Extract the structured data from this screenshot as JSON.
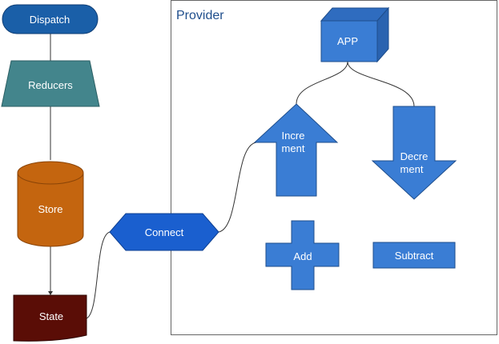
{
  "provider": {
    "label": "Provider"
  },
  "nodes": {
    "dispatch": {
      "label": "Dispatch",
      "fill": "#1a5fa8"
    },
    "reducers": {
      "label": "Reducers",
      "fill": "#43858c"
    },
    "store": {
      "label": "Store",
      "fill": "#c4650f"
    },
    "state": {
      "label": "State",
      "fill": "#5a0d06"
    },
    "connect": {
      "label": "Connect",
      "fill": "#1a5fcf"
    },
    "app": {
      "label": "APP",
      "fill": "#3a7dd4"
    },
    "increment": {
      "label_line1": "Incre",
      "label_line2": "ment",
      "fill": "#3a7dd4"
    },
    "decrement": {
      "label_line1": "Decre",
      "label_line2": "ment",
      "fill": "#3a7dd4"
    },
    "add": {
      "label": "Add",
      "fill": "#3a7dd4"
    },
    "subtract": {
      "label": "Subtract",
      "fill": "#3a7dd4"
    }
  }
}
